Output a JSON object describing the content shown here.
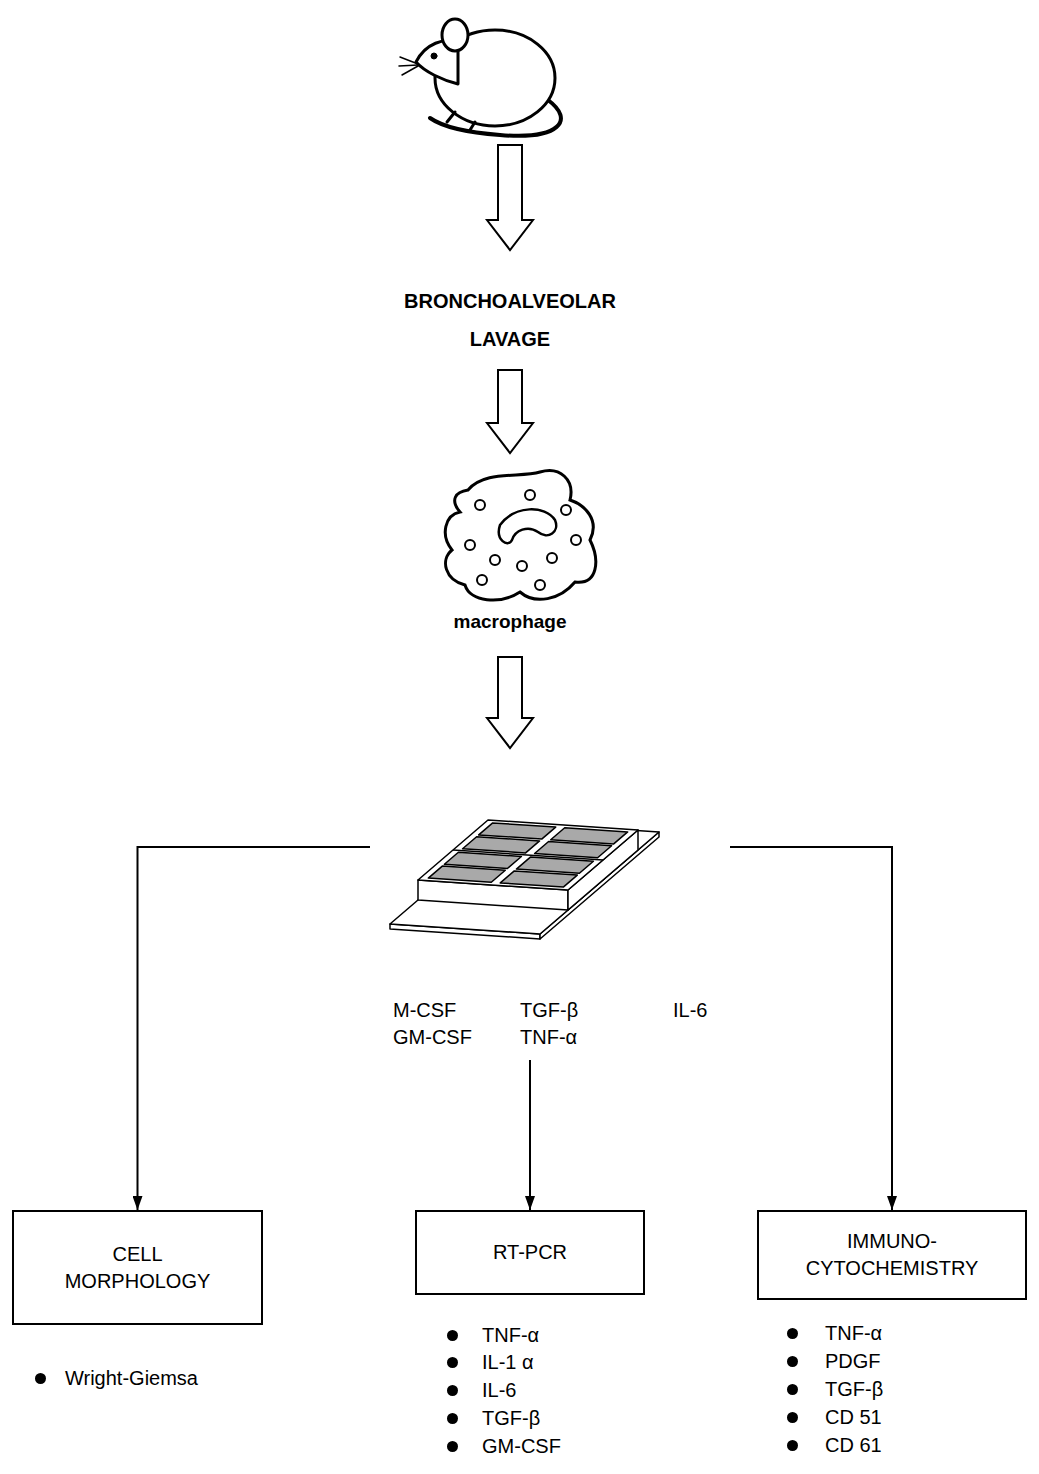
{
  "diagram": {
    "nodes": [
      {
        "text": [
          "BRONCHOALVEOLAR LAVAGE"
        ]
      },
      {
        "text": [
          "macrophage"
        ]
      },
      {
        "text": [
          "M-CSF GM-CSF",
          "TGF-β TNF-α",
          "IL-6"
        ]
      },
      {
        "text": [
          "CELL MORPHOLOGY"
        ]
      },
      {
        "text": [
          "RT-PCR"
        ]
      },
      {
        "text": [
          "IMMUNO- CYTOCHEMISTRY"
        ]
      }
    ],
    "edges": [
      {
        "from": 0,
        "to": 1,
        "arrow": "to"
      },
      {
        "from": 1,
        "to": 2,
        "arrow": "to"
      },
      {
        "from": 2,
        "to": 3,
        "arrow": "to"
      },
      {
        "from": 2,
        "to": 4,
        "arrow": "to"
      },
      {
        "from": 2,
        "to": 5,
        "arrow": "to"
      }
    ],
    "labels": [
      "Wright-Giemsa",
      "TNF-α",
      "IL-1 α",
      "IL-6",
      "TGF-β",
      "GM-CSF",
      "TNF-α",
      "PDGF",
      "TGF-β",
      "CD 51",
      "CD 61"
    ]
  }
}
